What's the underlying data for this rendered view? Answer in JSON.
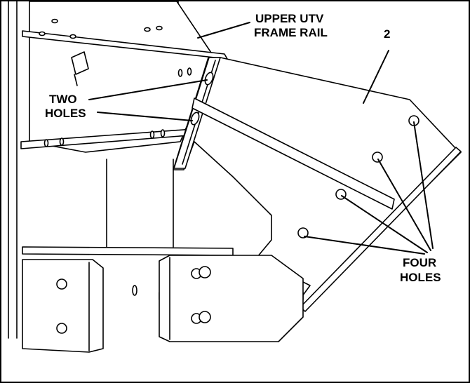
{
  "callouts": {
    "frame_rail_line1": "UPPER UTV",
    "frame_rail_line2": "FRAME RAIL",
    "part_number": "2",
    "two_holes_line1": "TWO",
    "two_holes_line2": "HOLES",
    "four_holes_line1": "FOUR",
    "four_holes_line2": "HOLES"
  },
  "colors": {
    "line": "#000000",
    "background": "#ffffff"
  }
}
